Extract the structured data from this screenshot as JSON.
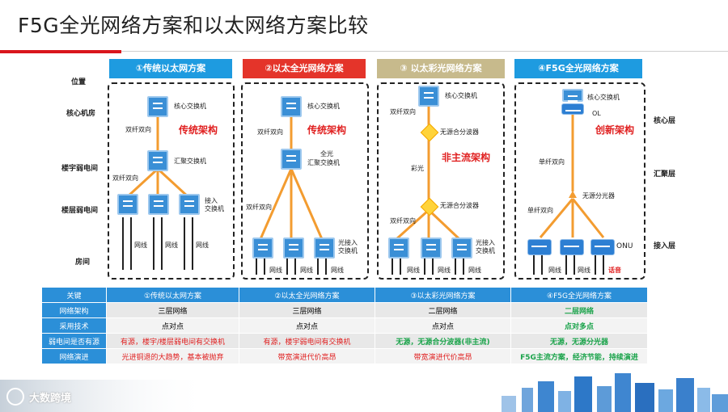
{
  "title": "F5G全光网络方案和以太网络方案比较",
  "row_labels": {
    "position": "位置",
    "core_room": "核心机房",
    "building": "楼宇弱电间",
    "floor": "楼层弱电间",
    "room": "房间"
  },
  "layer_labels": {
    "core": "核心层",
    "aggregation": "汇聚层",
    "access": "接入层"
  },
  "panels": [
    {
      "header": "①传统以太网方案",
      "header_color": "#1e9be0",
      "core_switch": "核心交换机",
      "fiber1": "双纤双向",
      "arch": "传统架构",
      "agg_switch": "汇聚交换机",
      "fiber2": "双纤双向",
      "access_switch": "接入\n交换机",
      "access_l1": "接入",
      "access_l2": "交换机",
      "cable": "网线"
    },
    {
      "header": "②以太全光网络方案",
      "header_color": "#e4342a",
      "core_switch": "核心交换机",
      "fiber1": "双纤双向",
      "arch": "传统架构",
      "agg_l1": "全光",
      "agg_l2": "汇聚交换机",
      "fiber2": "双纤双向",
      "access_l1": "光接入",
      "access_l2": "交换机",
      "cable": "网线"
    },
    {
      "header": "③ 以太彩光网络方案",
      "header_color": "#c7ba8c",
      "core_switch": "核心交换机",
      "fiber1": "双纤双向",
      "splitter1": "无源合分波器",
      "arch": "非主流架构",
      "color_light": "彩光",
      "splitter2": "无源合分波器",
      "fiber2": "双纤双向",
      "access_l1": "光接入",
      "access_l2": "交换机",
      "cable": "网线"
    },
    {
      "header": "④F5G全光网络方案",
      "header_color": "#1e9be0",
      "core_switch": "核心交换机",
      "olt": "OL",
      "arch": "创新架构",
      "fiber1": "单纤双向",
      "splitter": "无源分光器",
      "fiber2": "单纤双向",
      "onu": "ONU",
      "cable": "网线",
      "voice": "话音"
    }
  ],
  "table": {
    "header": [
      "关键",
      "①传统以太网方案",
      "②以太全光网络方案",
      "③以太彩光网络方案",
      "④F5G全光网络方案"
    ],
    "rows": [
      [
        "网络架构",
        "三层网络",
        "三层网络",
        "二层网络",
        "二层网络"
      ],
      [
        "采用技术",
        "点对点",
        "点对点",
        "点对点",
        "点对多点"
      ],
      [
        "弱电间是否有源",
        "有源，楼宇/楼层弱电间有交换机",
        "有源，楼宇弱电间有交换机",
        "无源，无源合分波器(非主流)",
        "无源，无源分光器"
      ],
      [
        "网络演进",
        "光进铜退的大趋势，基本被抛弃",
        "带宽演进代价高昂",
        "带宽演进代价高昂",
        "F5G主流方案，经济节能，持续演进"
      ]
    ]
  },
  "logo_text": "大数跨境",
  "colors": {
    "accent_blue": "#2b8fd8",
    "red": "#e02020",
    "green": "#1aa34a",
    "orange": "#f39c30"
  }
}
